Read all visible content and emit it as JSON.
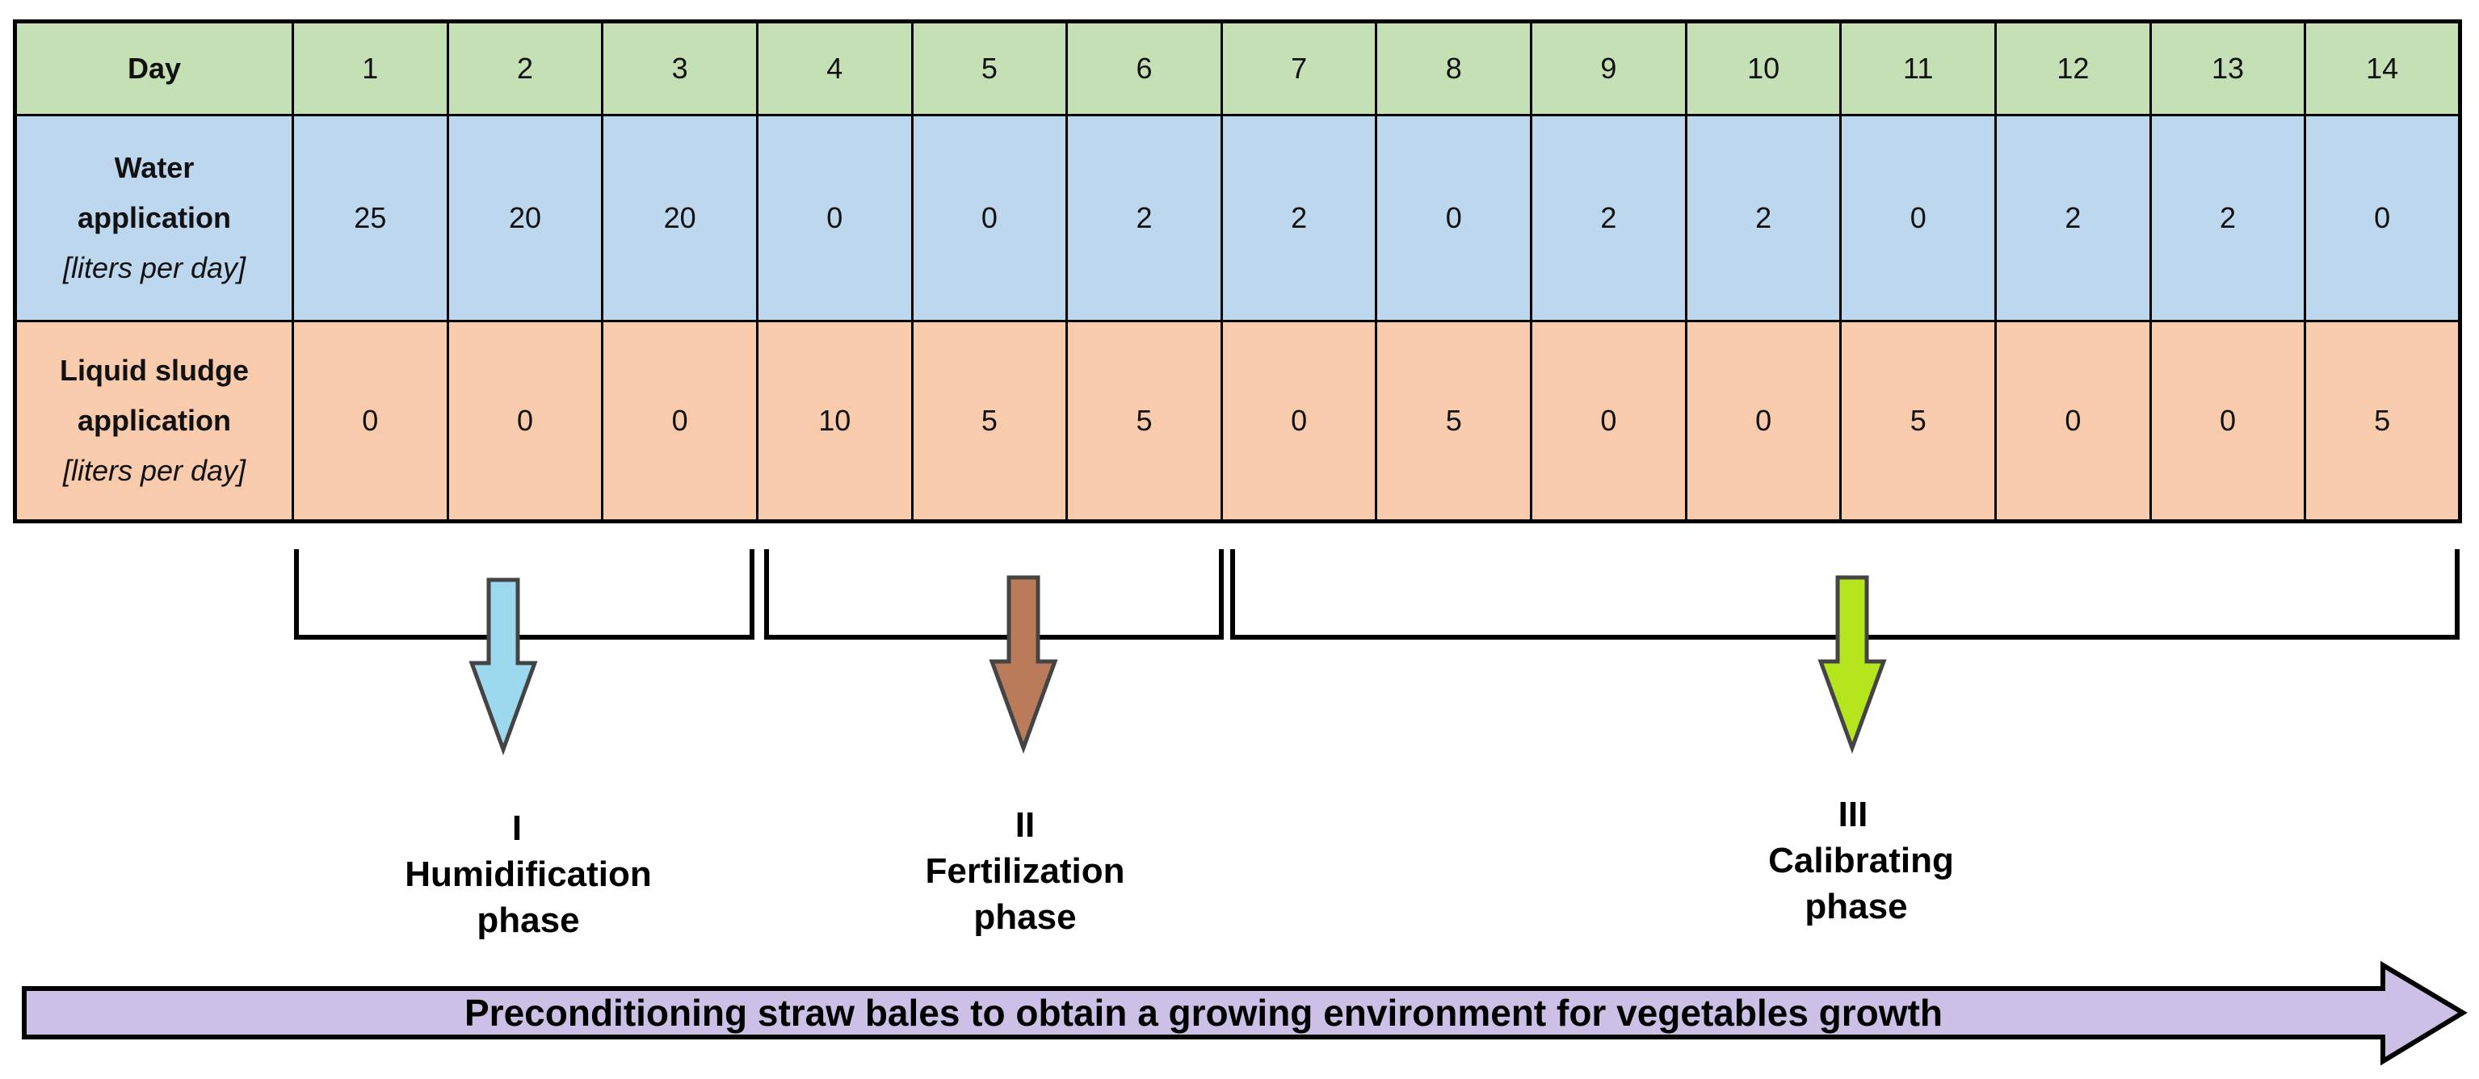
{
  "table": {
    "day_label": "Day",
    "days": [
      "1",
      "2",
      "3",
      "4",
      "5",
      "6",
      "7",
      "8",
      "9",
      "10",
      "11",
      "12",
      "13",
      "14"
    ],
    "water": {
      "label_line1": "Water",
      "label_line2": "application",
      "unit": "[liters per day]",
      "values": [
        "25",
        "20",
        "20",
        "0",
        "0",
        "2",
        "2",
        "0",
        "2",
        "2",
        "0",
        "2",
        "2",
        "0"
      ]
    },
    "sludge": {
      "label_line1": "Liquid sludge",
      "label_line2": "application",
      "unit": "[liters per day]",
      "values": [
        "0",
        "0",
        "0",
        "10",
        "5",
        "5",
        "0",
        "5",
        "0",
        "0",
        "5",
        "0",
        "0",
        "5"
      ]
    },
    "colors": {
      "day_row": "#c5e0b4",
      "water_row": "#bdd7ee",
      "sludge_row": "#f8cbad"
    }
  },
  "phases": [
    {
      "numeral": "I",
      "name_line1": "Humidification",
      "name_line2": "phase",
      "arrow_color": "#9dd9ee"
    },
    {
      "numeral": "II",
      "name_line1": "Fertilization",
      "name_line2": "phase",
      "arrow_color": "#b97b5a"
    },
    {
      "numeral": "III",
      "name_line1": "Calibrating",
      "name_line2": "phase",
      "arrow_color": "#b5e61d"
    }
  ],
  "banner": {
    "text": "Preconditioning straw bales to obtain a growing environment for vegetables growth",
    "color": "#ccc0e6"
  }
}
